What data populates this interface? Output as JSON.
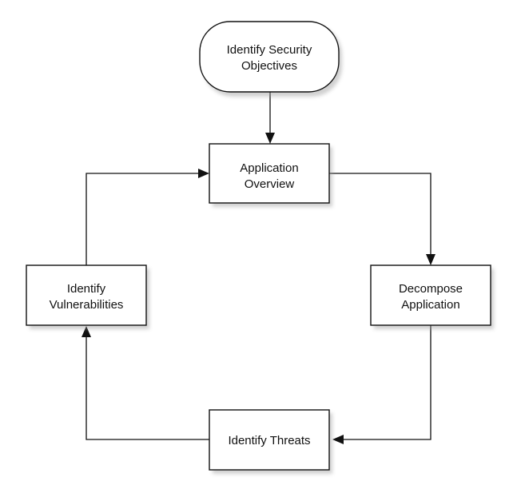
{
  "nodes": {
    "objectives": {
      "lines": [
        "Identify Security",
        "Objectives"
      ]
    },
    "overview": {
      "lines": [
        "Application",
        "Overview"
      ]
    },
    "decompose": {
      "lines": [
        "Decompose",
        "Application"
      ]
    },
    "threats": {
      "lines": [
        "Identify Threats"
      ]
    },
    "vulnerabilities": {
      "lines": [
        "Identify",
        "Vulnerabilities"
      ]
    }
  },
  "colors": {
    "stroke": "#111111",
    "fill": "#ffffff",
    "shadow": "#9a9a9a"
  }
}
